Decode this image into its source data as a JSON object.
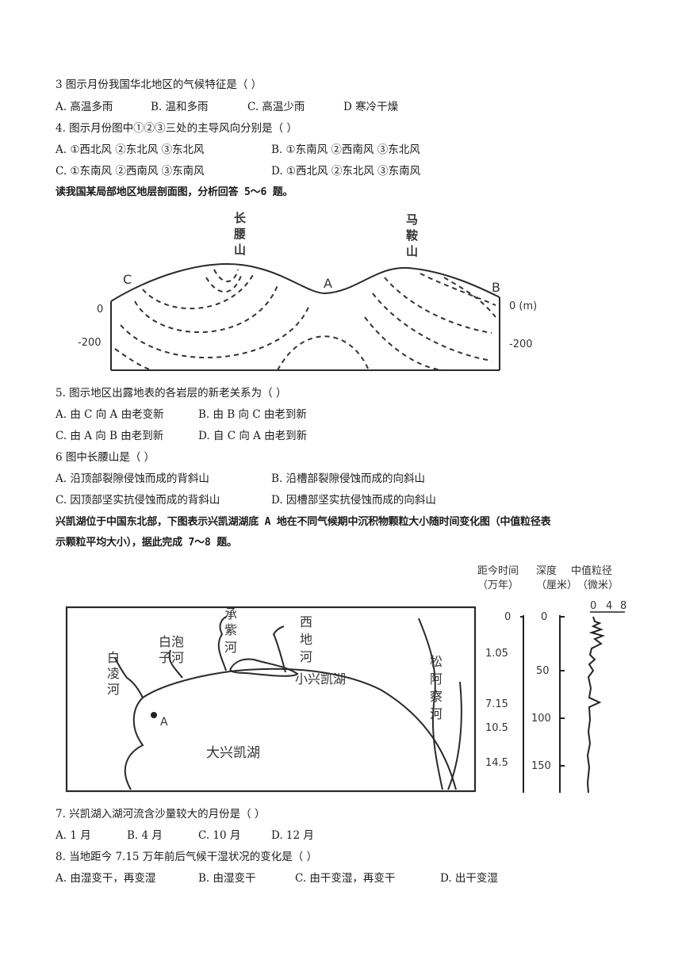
{
  "q3": {
    "stem": "3 图示月份我国华北地区的气候特征是（    ）",
    "options": [
      "A. 高温多雨",
      "B. 温和多雨",
      "C. 高温少雨",
      "D 寒冷干燥"
    ]
  },
  "q4": {
    "stem": "4. 图示月份图中①②③三处的主导风向分别是（    ）",
    "options": [
      "A. ①西北风  ②东北风  ③东北风",
      "B. ①东南风  ②西南风  ③东北风",
      "C. ①东南风  ②西南风  ③东南风",
      "D. ①西北风  ②东北风  ③东南风"
    ]
  },
  "intro_5_6": "读我国某局部地区地层剖面图，分析回答 5～6 题。",
  "profile": {
    "left_peak": "长腰山",
    "right_peak": "马鞍山",
    "point_c": "C",
    "point_a": "A",
    "point_b": "B",
    "left_zero": "0",
    "left_minus": "-200",
    "right_zero": "0 (m)",
    "right_minus": "-200"
  },
  "q5": {
    "stem": "5. 图示地区出露地表的各岩层的新老关系为（    ）",
    "options": [
      "A. 由 C 向 A 由老变新",
      "B. 由 B 向 C 由老到新",
      "C. 由 A 向 B 由老到新",
      "D. 自 C 向 A 由老到新"
    ]
  },
  "q6": {
    "stem": "6 图中长腰山是（    ）",
    "options": [
      "A. 沿顶部裂隙侵蚀而成的背斜山",
      "B. 沿槽部裂隙侵蚀而成的向斜山",
      "C. 因顶部坚实抗侵蚀而成的背斜山",
      "D. 因槽部坚实抗侵蚀而成的向斜山"
    ]
  },
  "intro_7_8": [
    "兴凯湖位于中国东北部，下图表示兴凯湖湖底 A 地在不同气候期中沉积物颗粒大小随时间变化图（中值粒径表",
    "示颗粒平均大小），据此完成 7～8 题。"
  ],
  "lake_map": {
    "rivers": [
      "白凌河",
      "白泡子河",
      "承紫河",
      "西地河",
      "松阿察河"
    ],
    "small_lake": "小兴凯湖",
    "big_lake": "大兴凯湖",
    "point_a": "A"
  },
  "core_chart": {
    "col1": [
      "距今时间",
      "（万年）"
    ],
    "col2": [
      "深度",
      "（厘米）"
    ],
    "col3": [
      "中值粒径",
      "（微米）"
    ],
    "time_ticks": [
      "0",
      "1.05",
      "7.15",
      "10.5",
      "14.5"
    ],
    "depth_ticks": [
      "0",
      "50",
      "100",
      "150"
    ],
    "grain_ticks": [
      "0",
      "4",
      "8"
    ]
  },
  "q7": {
    "stem": "7. 兴凯湖入湖河流含沙量较大的月份是（    ）",
    "options": [
      "A. 1 月",
      "B. 4 月",
      "C. 10 月",
      "D. 12 月"
    ]
  },
  "q8": {
    "stem": "8. 当地距今 7.15 万年前后气候干湿状况的变化是（    ）",
    "options": [
      "A. 由湿变干，再变湿",
      "B. 由湿变干",
      "C. 由干变湿，再变干",
      "D. 出干变湿"
    ]
  }
}
